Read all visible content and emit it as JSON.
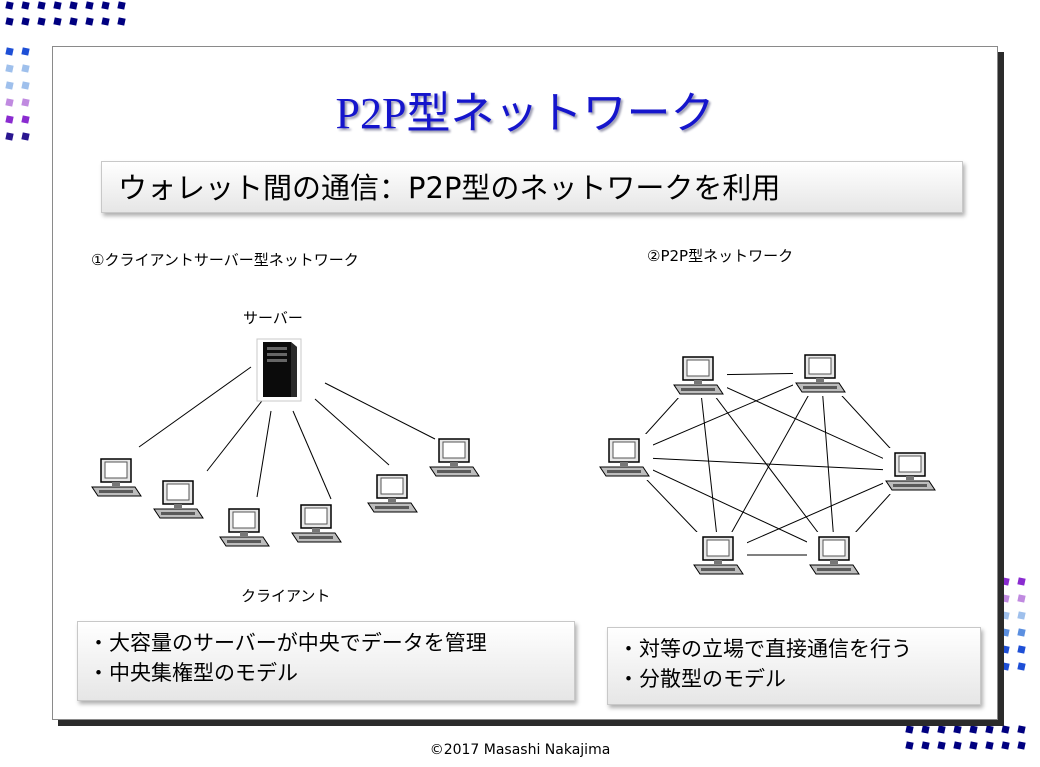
{
  "slide": {
    "title": "P2P型ネットワーク",
    "subtitle": "ウォレット間の通信：P2P型のネットワークを利用"
  },
  "left_diagram": {
    "heading": "①クライアントサーバー型ネットワーク",
    "server_label": "サーバー",
    "client_label": "クライアント",
    "bullets": [
      "・大容量のサーバーが中央でデータを管理",
      "・中央集権型のモデル"
    ]
  },
  "right_diagram": {
    "heading": "②P2P型ネットワーク",
    "bullets": [
      "・対等の立場で直接通信を行う",
      "・分散型のモデル"
    ]
  },
  "footer": "©2017 Masashi Nakajima",
  "colors": {
    "title": "#1515cc",
    "deco": [
      "#000080",
      "#1e4fd6",
      "#5b8fe0",
      "#9fc0ec",
      "#c08ae0",
      "#8a2bd0",
      "#2a1690"
    ]
  },
  "icons": [
    "server-icon",
    "computer-icon"
  ]
}
